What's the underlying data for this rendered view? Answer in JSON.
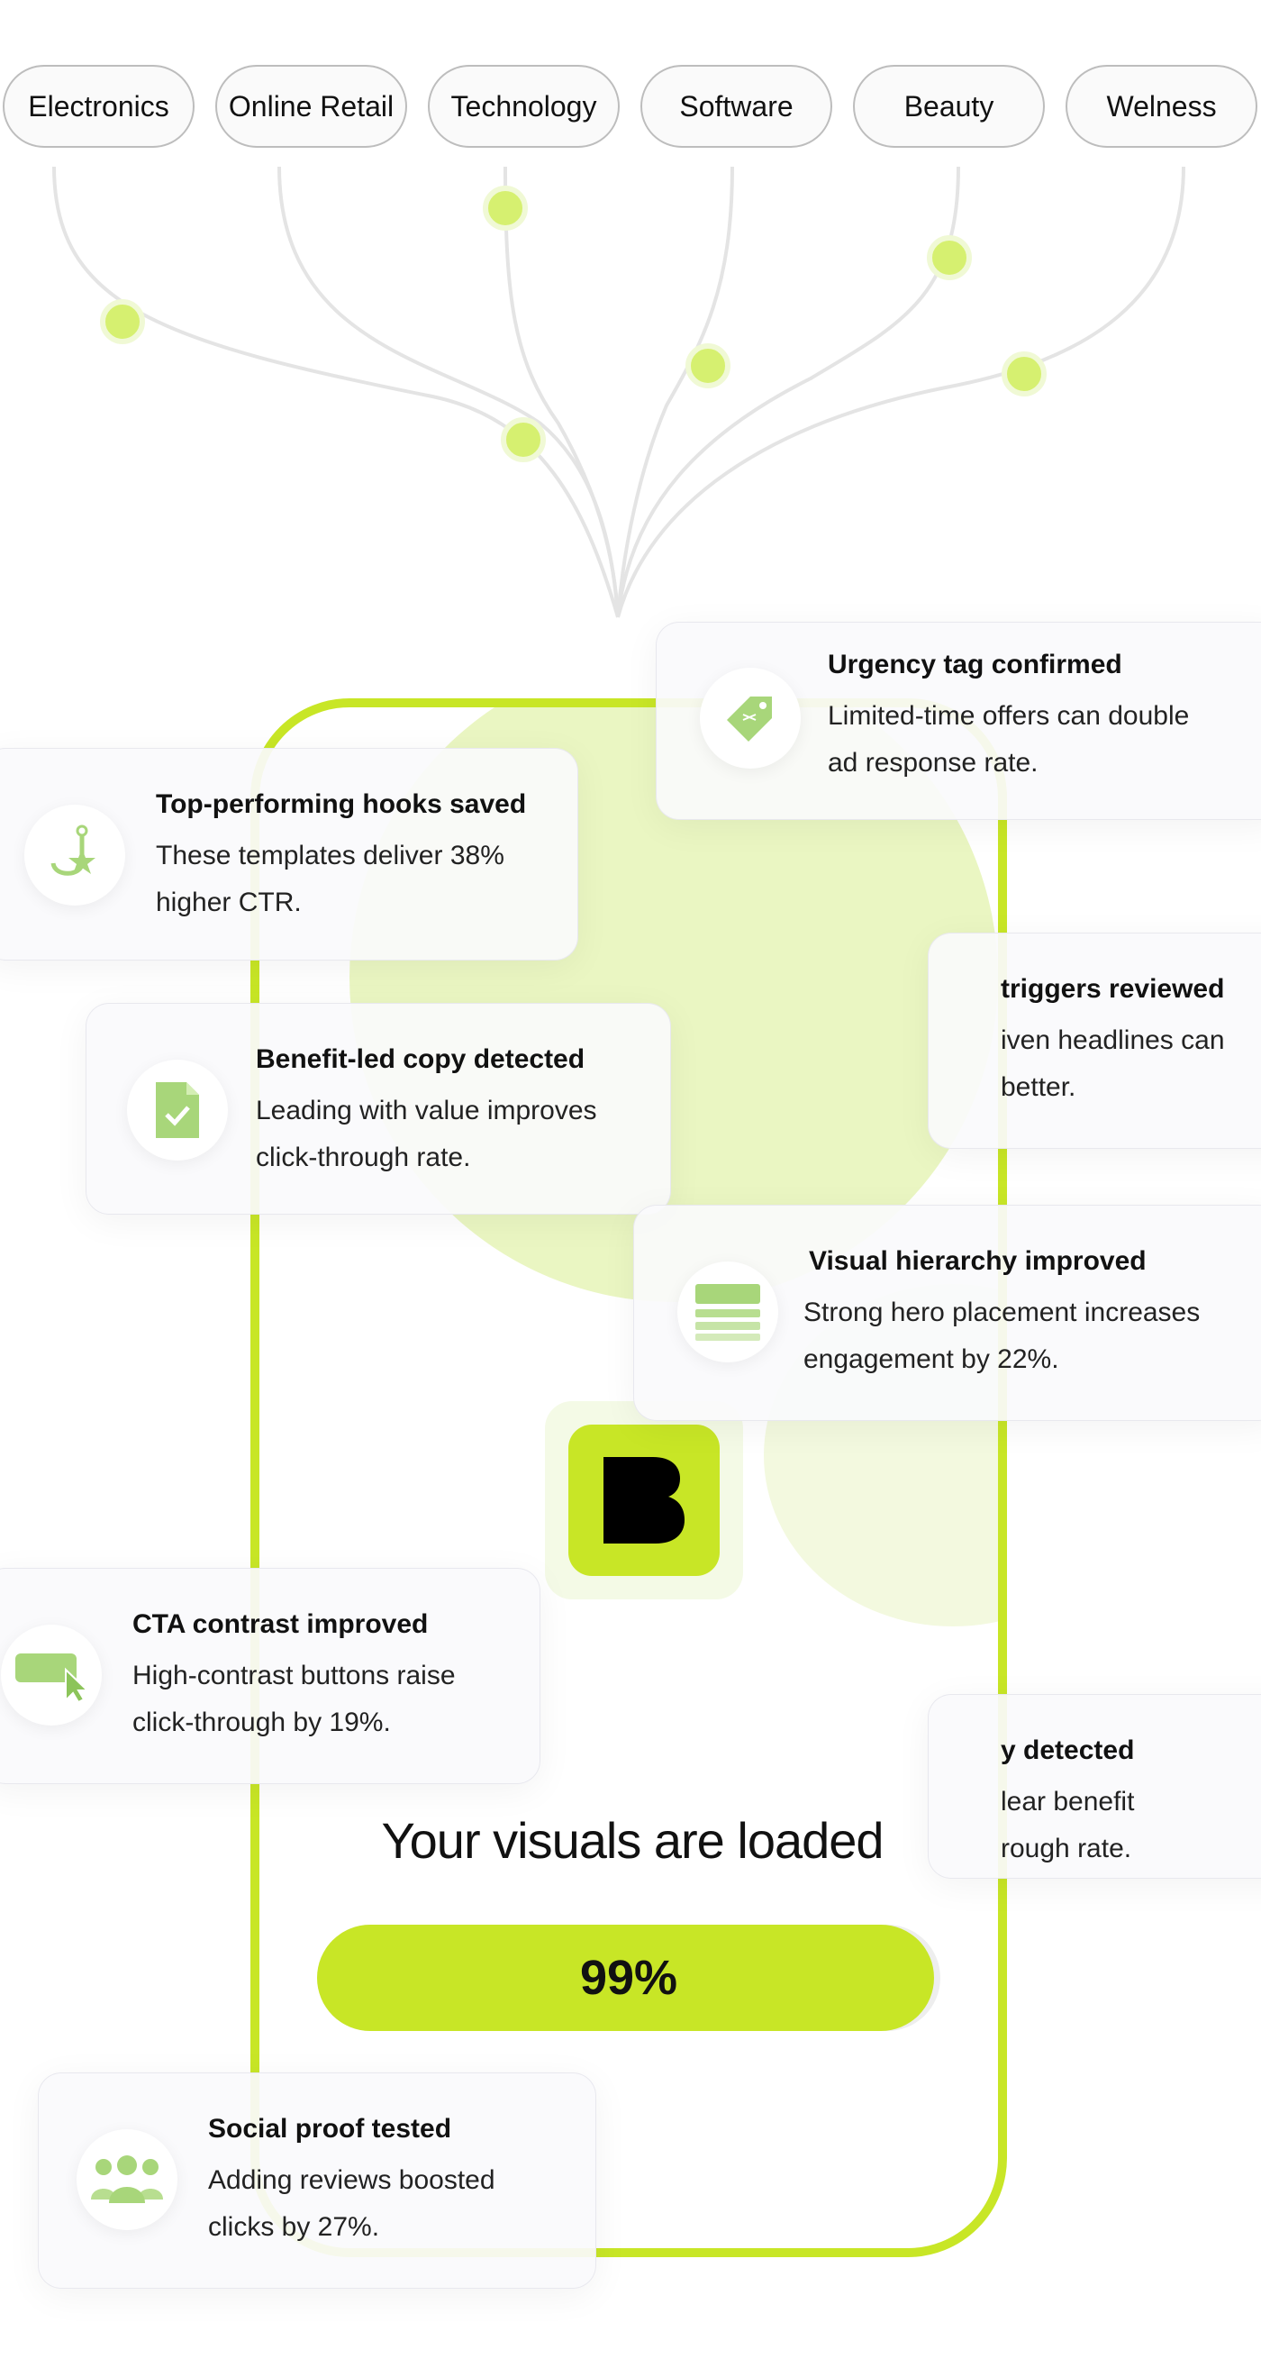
{
  "industries": [
    "Electronics",
    "Online Retail",
    "Technology",
    "Software",
    "Beauty",
    "Welness"
  ],
  "colors": {
    "accent": "#c8e626",
    "accent_soft": "#eaf6c2",
    "node": "#d6f070"
  },
  "cards": {
    "urgency": {
      "title": "Urgency tag confirmed",
      "desc_1": "Limited-time offers can double",
      "desc_2": "ad response rate.",
      "icon": "price-tag-icon"
    },
    "hooks": {
      "title": "Top-performing hooks saved",
      "desc_1": "These templates deliver 38%",
      "desc_2": "higher CTR.",
      "icon": "hook-star-icon"
    },
    "triggers": {
      "title": "triggers reviewed",
      "desc_1": "iven headlines can",
      "desc_2": "better."
    },
    "benefit": {
      "title": "Benefit-led copy detected",
      "desc_1": "Leading with value improves",
      "desc_2": "click-through rate.",
      "icon": "document-check-icon"
    },
    "hierarchy": {
      "title": "Visual hierarchy improved",
      "desc_1": "Strong hero placement increases",
      "desc_2": "engagement by 22%.",
      "icon": "layers-icon"
    },
    "cta": {
      "title": "CTA contrast improved",
      "desc_1": "High-contrast buttons raise",
      "desc_2": "click-through by 19%.",
      "icon": "cursor-button-icon"
    },
    "copy": {
      "title": "y detected",
      "desc_1": "lear benefit",
      "desc_2": "rough rate."
    },
    "social": {
      "title": "Social proof tested",
      "desc_1": "Adding reviews boosted",
      "desc_2": "clicks by 27%.",
      "icon": "people-icon"
    }
  },
  "status": {
    "title": "Your visuals are loaded",
    "progress_label": "99%",
    "progress": 0.99
  },
  "logo_icon": "brand-b-icon"
}
